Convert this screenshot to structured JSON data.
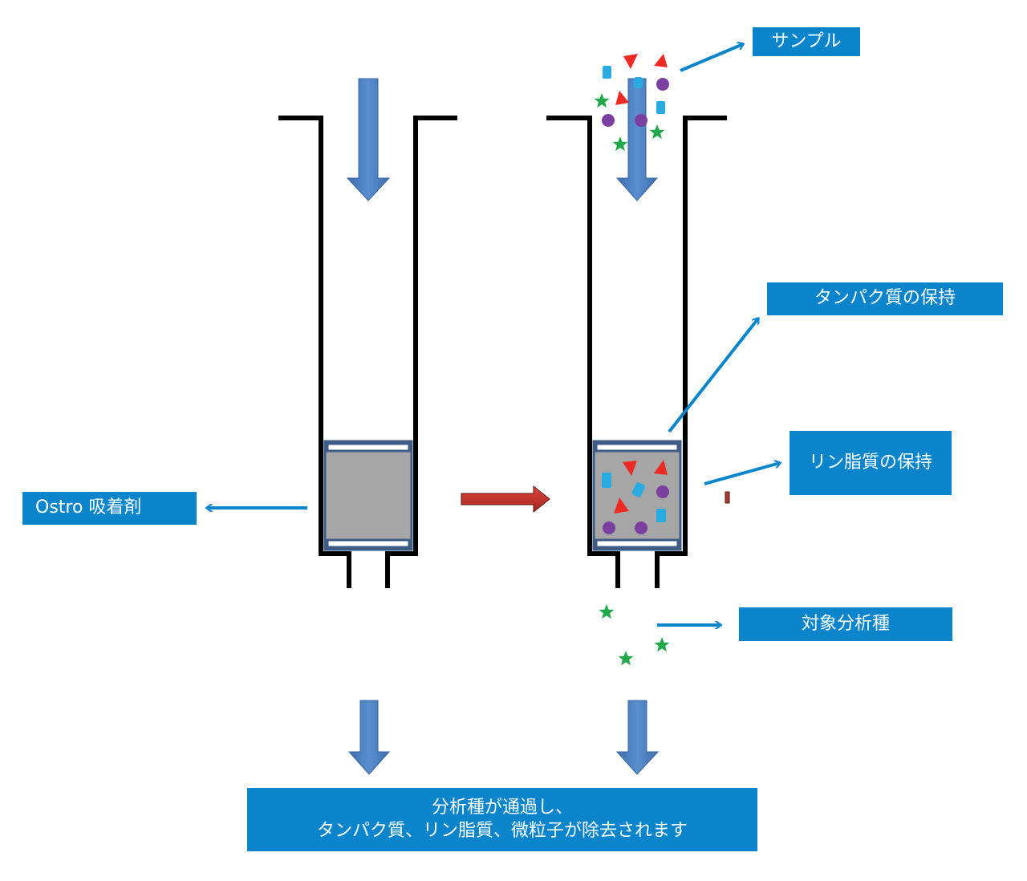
{
  "colors": {
    "label_bg": "#0A85CC",
    "label_text": "#FFFFFF",
    "callout_arrow": "#0A85CC",
    "flow_arrow": "#4A7EBF",
    "transition_arrow": "#C0332E",
    "cartridge_wall": "#000000",
    "sorbent_fill": "#A6A6A6",
    "frit_border": "#3E5C86",
    "protein_particle": "#EE2A24",
    "phospholipid_particle": "#29ABE2",
    "particulate": "#7B3FA0",
    "analyte": "#22A84A"
  },
  "labels": {
    "sample": "サンプル",
    "protein_retention": "タンパク質の保持",
    "phospholipid_retention": "リン脂質の保持",
    "sorbent": "Ostro 吸着剤",
    "target_analyte": "対象分析種",
    "result_line1": "分析種が通過し、",
    "result_line2": "タンパク質、リン脂質、微粒子が除去されます"
  },
  "legend_semantics": {
    "red_triangle": "protein",
    "blue_rectangle": "phospholipid",
    "purple_circle": "particulate",
    "green_star": "analyte"
  }
}
